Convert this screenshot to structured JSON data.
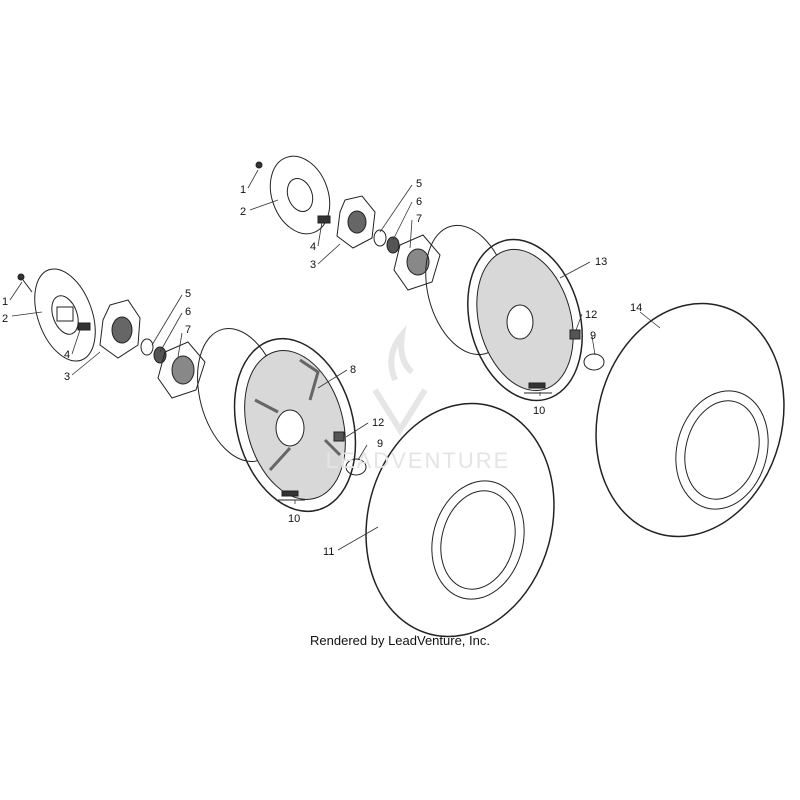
{
  "diagram": {
    "footer": "Rendered by LeadVenture, Inc.",
    "watermark": "LEADVENTURE",
    "line_color": "#222222",
    "callouts": {
      "left": [
        "1",
        "2",
        "3",
        "4",
        "5",
        "6",
        "7",
        "8",
        "9",
        "10",
        "11",
        "12"
      ],
      "right": [
        "1",
        "2",
        "3",
        "4",
        "5",
        "6",
        "7",
        "9",
        "10",
        "12",
        "13",
        "14"
      ]
    }
  }
}
